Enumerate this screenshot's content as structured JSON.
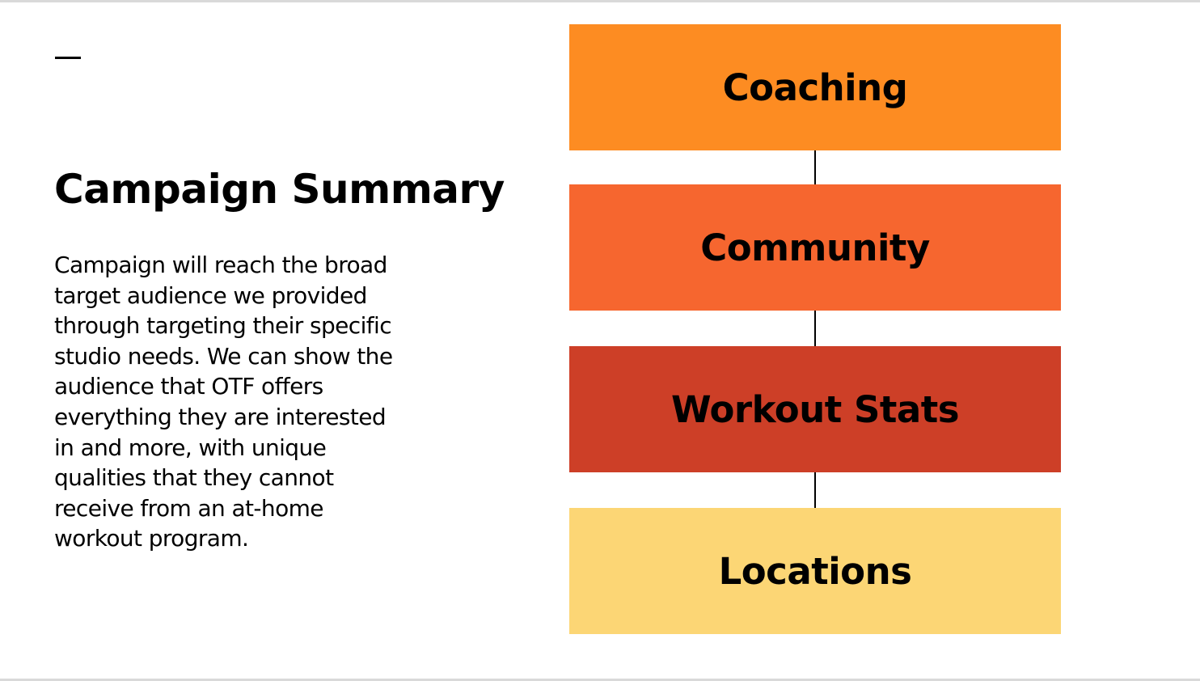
{
  "slide": {
    "title": "Campaign Summary",
    "body": "Campaign will reach the broad target audience we provided through targeting their specific studio needs. We can show the audience that OTF offers everything they are interested in and more, with unique qualities that they cannot receive from an at-home workout program."
  },
  "diagram": {
    "nodes": [
      {
        "label": "Coaching",
        "color": "#fd8c22"
      },
      {
        "label": "Community",
        "color": "#f6662f"
      },
      {
        "label": "Workout Stats",
        "color": "#cd3f27"
      },
      {
        "label": "Locations",
        "color": "#fcd675"
      }
    ],
    "connector_color": "#000000"
  }
}
